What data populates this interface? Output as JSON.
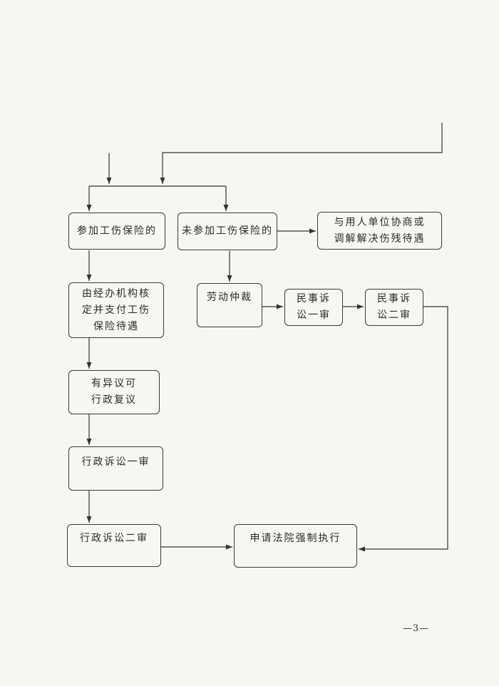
{
  "nodes": {
    "insured": "参加工伤保险的",
    "uninsured": "未参加工伤保险的",
    "negotiate": "与用人单位协商或\n调解解决伤残待遇",
    "agency_pay": "由经办机构核\n定并支付工伤\n保险待遇",
    "labor_arbitration": "劳动仲裁",
    "civil_first": "民事诉\n讼一审",
    "civil_second": "民事诉\n讼二审",
    "admin_review": "有异议可\n行政复议",
    "admin_first": "行政诉讼一审",
    "admin_second": "行政诉讼二审",
    "enforcement": "申请法院强制执行"
  },
  "page_number": "—3—"
}
